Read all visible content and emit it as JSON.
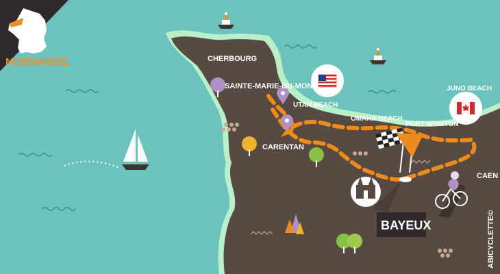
{
  "region": {
    "title": "NORMANDIE"
  },
  "cities": {
    "cherbourg": "CHERBOURG",
    "sainte_marie": "SAINTE-MARIE-DU-MONT",
    "carentan": "CARENTAN",
    "bayeux": "BAYEUX",
    "caen": "CAEN",
    "port_winston": "PORT WINSTON"
  },
  "beaches": {
    "utah": "UTAH BEACH",
    "omaha": "OMAHA BEACH",
    "juno": "JUNO BEACH"
  },
  "credit": "ABICYCLETTE©",
  "icons": {
    "usa_flag": "usa-flag-icon",
    "canada_flag": "canada-flag-icon",
    "sailboat": "sailboat-icon",
    "steamboat": "steamboat-icon",
    "cyclist": "cyclist-icon",
    "cathedral": "cathedral-icon",
    "checkered_flag": "checkered-flag-icon",
    "pin": "location-pin-icon"
  },
  "colors": {
    "sea": "#6cc3bd",
    "land": "#574a42",
    "coast": "#b9f0c9",
    "route": "#f08a1c",
    "france": "#ffffff",
    "france_panel": "#2f2a29",
    "accent": "#f28c28"
  }
}
